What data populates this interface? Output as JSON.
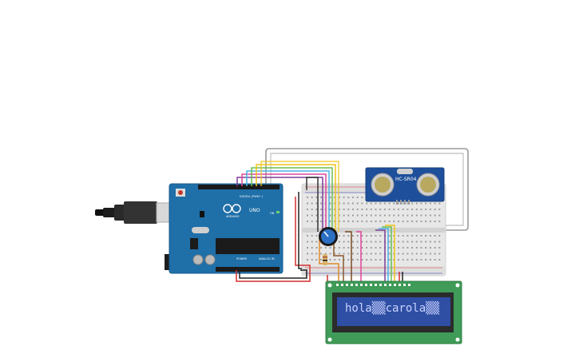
{
  "board": {
    "brand": "ARDUINO",
    "model": "UNO",
    "digital_header": "DIGITAL (PWM~)",
    "power_header": "POWER",
    "analog_header": "ANALOG IN",
    "reset": "RESET",
    "on_led": "ON"
  },
  "sensor": {
    "model": "HC-SR04"
  },
  "lcd": {
    "line1": "hola▒▒carola▒▒"
  },
  "colors": {
    "arduino_blue": "#1f6fa8",
    "lcd_screen": "#2f4fa4",
    "lcd_pcb": "#3f9b57",
    "breadboard": "#e6e6e6",
    "sensor_pcb": "#1e4f9b"
  }
}
